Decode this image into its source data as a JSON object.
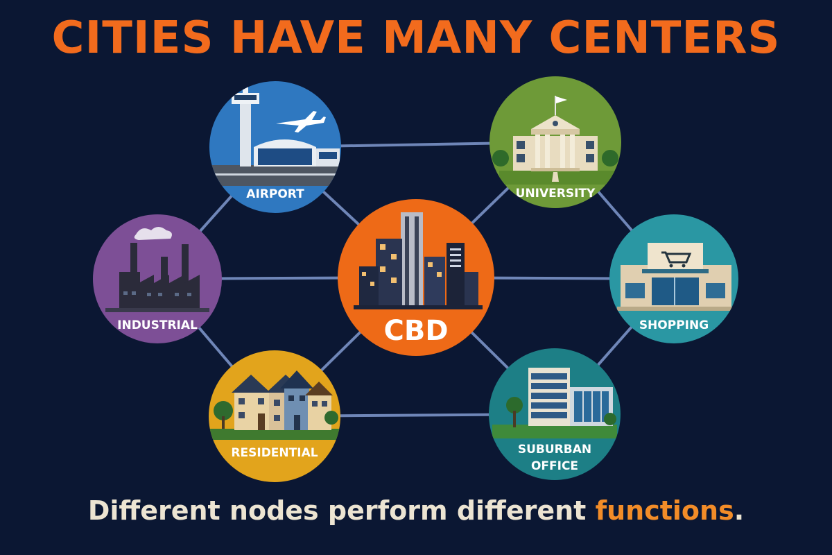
{
  "title": "CITIES HAVE MANY CENTERS",
  "caption": {
    "before": "Different nodes perform different ",
    "highlight": "functions",
    "after": "."
  },
  "colors": {
    "background": "#0b1733",
    "title": "#f26b1d",
    "caption": "#ece4d2",
    "highlight": "#f28c28",
    "connector": "#6f86b8"
  },
  "nodes": {
    "airport": {
      "label": "AIRPORT",
      "color": "#2f78c0",
      "icon": "airport-tower-plane-icon"
    },
    "university": {
      "label": "UNIVERSITY",
      "color": "#6e9a38",
      "icon": "university-building-icon"
    },
    "industrial": {
      "label": "INDUSTRIAL",
      "color": "#7d4f96",
      "icon": "factory-icon"
    },
    "cbd": {
      "label": "CBD",
      "color": "#ee6a17",
      "icon": "skyscrapers-icon"
    },
    "shopping": {
      "label": "SHOPPING",
      "color": "#2a97a3",
      "icon": "shopping-cart-store-icon"
    },
    "residential": {
      "label": "RESIDENTIAL",
      "color": "#e2a41c",
      "icon": "houses-icon"
    },
    "suburban": {
      "label_line1": "SUBURBAN",
      "label_line2": "OFFICE",
      "color": "#1d7f86",
      "icon": "office-buildings-icon"
    }
  },
  "edges": [
    [
      "airport",
      "university"
    ],
    [
      "airport",
      "industrial"
    ],
    [
      "airport",
      "cbd"
    ],
    [
      "university",
      "cbd"
    ],
    [
      "university",
      "shopping"
    ],
    [
      "industrial",
      "cbd"
    ],
    [
      "industrial",
      "residential"
    ],
    [
      "cbd",
      "shopping"
    ],
    [
      "cbd",
      "residential"
    ],
    [
      "cbd",
      "suburban"
    ],
    [
      "residential",
      "suburban"
    ],
    [
      "shopping",
      "suburban"
    ]
  ]
}
